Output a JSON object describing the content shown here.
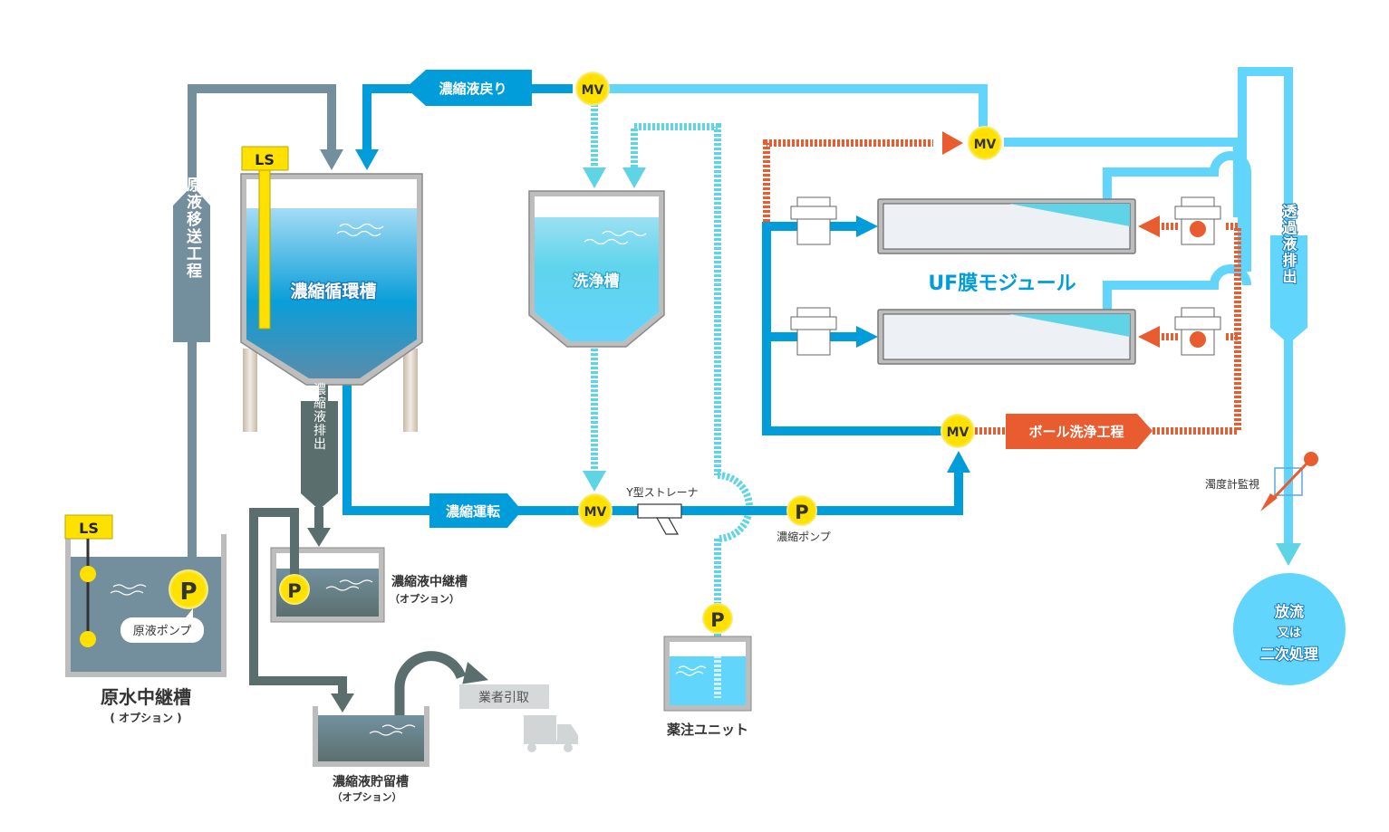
{
  "diagram": {
    "title_module": "UF膜モジュール",
    "colors": {
      "primary_blue": "#019ddb",
      "light_cyan": "#62d5fc",
      "dashed_cyan": "#5fd4e6",
      "orange": "#e85c2f",
      "slate": "#738f9d",
      "dark_slate": "#5a6f6d",
      "yellow": "#ffe100",
      "grey_frame": "#bdbdbd"
    },
    "tanks": {
      "concentration_tank": {
        "label": "濃縮循環槽",
        "sensor": "LS"
      },
      "wash_tank": {
        "label": "洗浄槽"
      },
      "raw_water_relay_tank": {
        "label": "原水中継槽",
        "sublabel": "( オプション )",
        "sensor": "LS",
        "pump_label": "原液ポンプ"
      },
      "concentrate_relay_tank": {
        "label": "濃縮液中継槽",
        "sublabel": "（オプション）"
      },
      "concentrate_storage_tank": {
        "label": "濃縮液貯留槽",
        "sublabel": "（オプション）"
      },
      "chemical_unit": {
        "label": "薬注ユニット"
      }
    },
    "process_labels": {
      "raw_transfer": "原液移送工程",
      "concentrate_return": "濃縮液戻り",
      "concentrate_discharge": "濃縮液排出",
      "concentration_run": "濃縮運転",
      "ball_wash": "ボール洗浄工程",
      "permeate_discharge": "透過液排出"
    },
    "components": {
      "mv_label": "MV",
      "pump_symbol": "P",
      "strainer": "Y型ストレーナ",
      "concentrate_pump": "濃縮ポンプ",
      "turbidity": "濁度計監視",
      "contractor_pickup": "業者引取"
    },
    "outlet": {
      "line1": "放流",
      "line2": "又は",
      "line3": "二次処理"
    }
  }
}
